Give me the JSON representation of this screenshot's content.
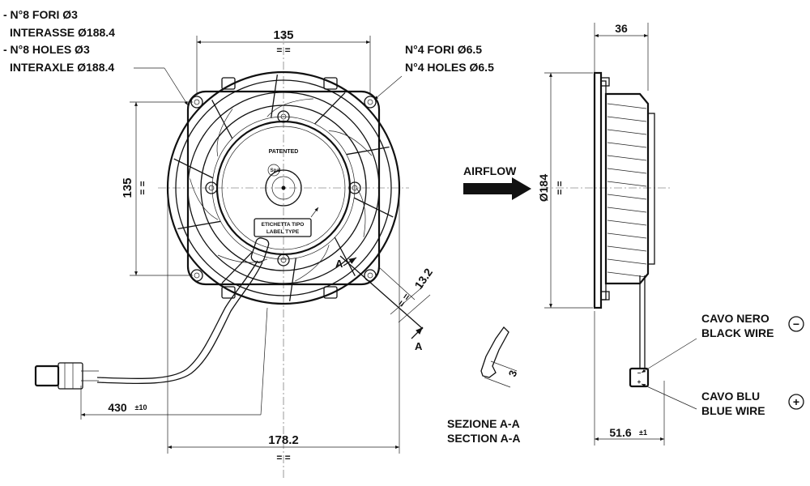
{
  "front_view": {
    "holes8_it_1": "- N°8 FORI Ø3",
    "holes8_it_2": "INTERASSE Ø188.4",
    "holes8_en_1": "- N°8 HOLES Ø3",
    "holes8_en_2": "INTERAXLE Ø188.4",
    "holes4_it": "N°4 FORI Ø6.5",
    "holes4_en": "N°4 HOLES Ø6.5",
    "dim_top": "135",
    "dim_left": "135",
    "dim_bottom": "178.2",
    "dim_wire": "430",
    "dim_wire_tol": "±10",
    "dim_diag": "13.2",
    "eq_mark": "= =",
    "section_mark": "A",
    "patented": "PATENTED",
    "label_it": "ETICHETTA TIPO",
    "label_en": "LABEL TYPE"
  },
  "section_view": {
    "title_it": "SEZIONE A-A",
    "title_en": "SECTION A-A",
    "dim": "3"
  },
  "side_view": {
    "dim_depth": "36",
    "dim_diameter": "Ø184",
    "dim_bottom": "51.6",
    "dim_bottom_tol": "±1",
    "airflow": "AIRFLOW",
    "wire_black_it": "CAVO NERO",
    "wire_black_en": "BLACK WIRE",
    "wire_black_pol": "−",
    "wire_blue_it": "CAVO BLU",
    "wire_blue_en": "BLUE WIRE",
    "wire_blue_pol": "+"
  },
  "colors": {
    "line": "#111111",
    "background": "#ffffff"
  }
}
